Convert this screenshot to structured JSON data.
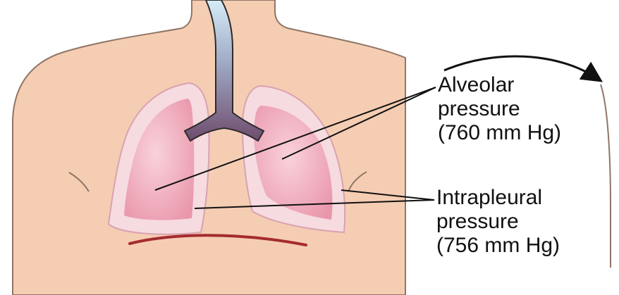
{
  "alveolar": {
    "line1": "Alveolar",
    "line2": "pressure",
    "line3": "(760 mm Hg)"
  },
  "intrapleural": {
    "line1": "Intrapleural",
    "line2": "pressure",
    "line3": "(756 mm Hg)"
  },
  "colors": {
    "skin": "#f5cdb3",
    "skin_outline": "#8f7666",
    "pleura": "#f6dbe0",
    "lung": "#efa6b6",
    "airway": "#6f4c6d",
    "trachea_top": "#cfe6f5",
    "diaphragm": "#a42b2f",
    "leader_line": "#111111"
  }
}
